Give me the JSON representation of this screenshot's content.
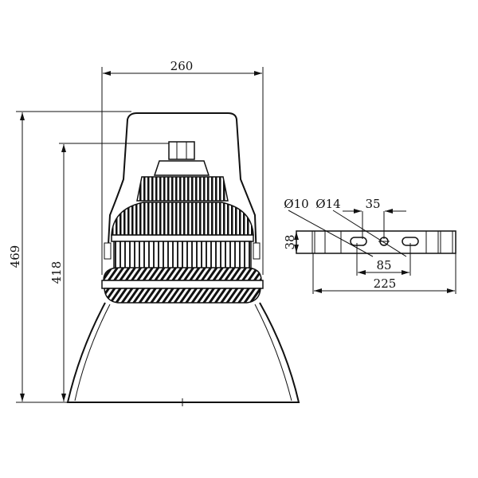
{
  "drawing": {
    "lamp": {
      "width_label": "260",
      "total_height_label": "469",
      "body_height_label": "418"
    },
    "bracket": {
      "slot_diameter_label": "Ø10",
      "hole_diameter_label": "Ø14",
      "hole_offset_label": "35",
      "height_label": "38",
      "slot_spacing_label": "85",
      "length_label": "225"
    },
    "line_color": "#111111"
  }
}
